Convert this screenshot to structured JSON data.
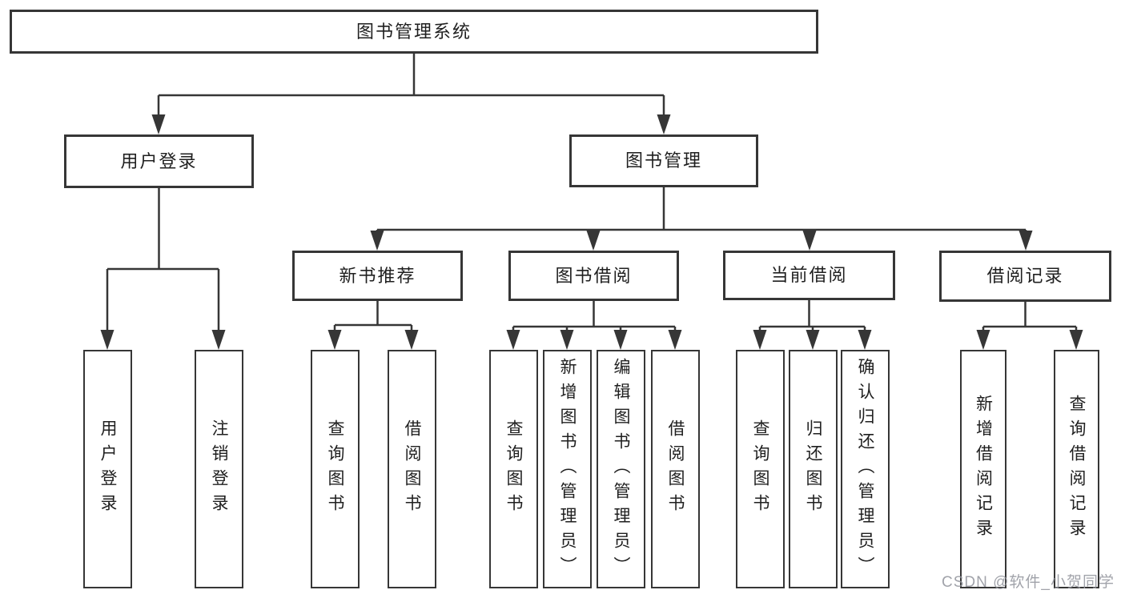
{
  "diagram": {
    "root": {
      "label": "图书管理系统"
    },
    "modules": [
      {
        "label": "用户登录",
        "features": [
          {
            "label": "用户登录"
          },
          {
            "label": "注销登录"
          }
        ]
      },
      {
        "label": "图书管理",
        "submodules": [
          {
            "label": "新书推荐",
            "features": [
              {
                "label": "查询图书"
              },
              {
                "label": "借阅图书"
              }
            ]
          },
          {
            "label": "图书借阅",
            "features": [
              {
                "label": "查询图书"
              },
              {
                "label": "新增图书（管理员）"
              },
              {
                "label": "编辑图书（管理员）"
              },
              {
                "label": "借阅图书"
              }
            ]
          },
          {
            "label": "当前借阅",
            "features": [
              {
                "label": "查询图书"
              },
              {
                "label": "归还图书"
              },
              {
                "label": "确认归还（管理员）"
              }
            ]
          },
          {
            "label": "借阅记录",
            "features": [
              {
                "label": "新增借阅记录"
              },
              {
                "label": "查询借阅记录"
              }
            ]
          }
        ]
      }
    ]
  },
  "watermark": {
    "text": "CSDN @软件_小贺同学"
  },
  "colors": {
    "line": "#363636",
    "text": "#1f1f1f",
    "background": "#ffffff",
    "watermark": "#94969e"
  }
}
